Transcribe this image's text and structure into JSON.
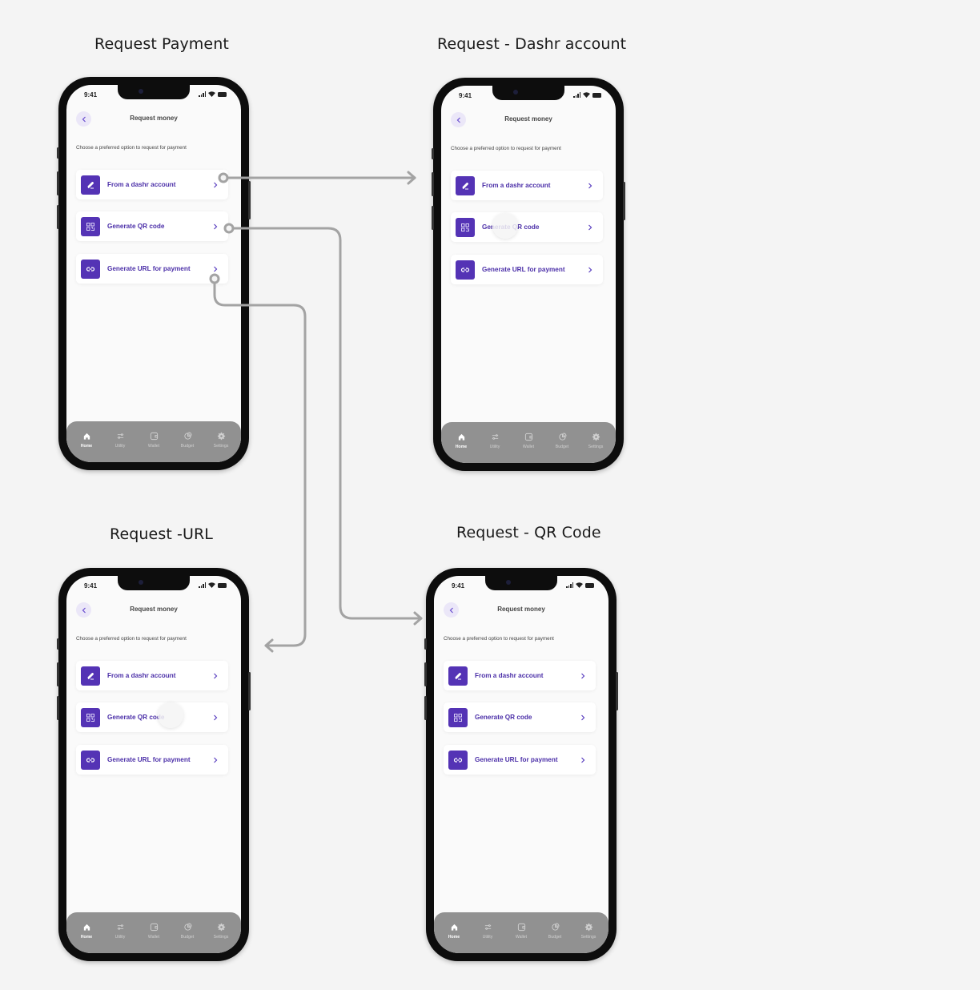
{
  "colors": {
    "background": "#f4f4f4",
    "accent": "#5433b5",
    "accent_text": "#4b2fa8",
    "back_button_bg": "#ebe7f8",
    "tab_bar": "#919191",
    "connector": "#a3a3a3"
  },
  "flows": [
    {
      "title": "Request Payment",
      "status_time": "9:41",
      "page_title": "Request money",
      "subtitle": "Choose a preferred option to request for payment",
      "options": [
        {
          "label": "From a dashr account",
          "icon": "pen-icon"
        },
        {
          "label": "Generate QR code",
          "icon": "qr-code-icon"
        },
        {
          "label": "Generate URL for payment",
          "icon": "link-icon"
        }
      ],
      "tab_bar": [
        {
          "label": "Home",
          "icon": "home-icon",
          "active": true
        },
        {
          "label": "Utility",
          "icon": "utility-icon"
        },
        {
          "label": "Wallet",
          "icon": "wallet-icon"
        },
        {
          "label": "Budget",
          "icon": "budget-icon"
        },
        {
          "label": "Settings",
          "icon": "settings-icon"
        }
      ]
    },
    {
      "title": "Request - Dashr account",
      "status_time": "9:41",
      "page_title": "Request money",
      "subtitle": "Choose a preferred option to request for payment",
      "options": [
        {
          "label": "From a dashr account",
          "icon": "pen-icon"
        },
        {
          "label": "Generate QR code",
          "icon": "qr-code-icon"
        },
        {
          "label": "Generate URL for payment",
          "icon": "link-icon"
        }
      ],
      "tab_bar": [
        {
          "label": "Home",
          "icon": "home-icon",
          "active": true
        },
        {
          "label": "Utility",
          "icon": "utility-icon"
        },
        {
          "label": "Wallet",
          "icon": "wallet-icon"
        },
        {
          "label": "Budget",
          "icon": "budget-icon"
        },
        {
          "label": "Settings",
          "icon": "settings-icon"
        }
      ]
    },
    {
      "title": "Request -URL",
      "status_time": "9:41",
      "page_title": "Request money",
      "subtitle": "Choose a preferred option to request for payment",
      "options": [
        {
          "label": "From a dashr account",
          "icon": "pen-icon"
        },
        {
          "label": "Generate QR code",
          "icon": "qr-code-icon"
        },
        {
          "label": "Generate URL for payment",
          "icon": "link-icon"
        }
      ],
      "tab_bar": [
        {
          "label": "Home",
          "icon": "home-icon",
          "active": true
        },
        {
          "label": "Utility",
          "icon": "utility-icon"
        },
        {
          "label": "Wallet",
          "icon": "wallet-icon"
        },
        {
          "label": "Budget",
          "icon": "budget-icon"
        },
        {
          "label": "Settings",
          "icon": "settings-icon"
        }
      ]
    },
    {
      "title": "Request - QR Code",
      "status_time": "9:41",
      "page_title": "Request money",
      "subtitle": "Choose a preferred option to request for payment",
      "options": [
        {
          "label": "From a dashr account",
          "icon": "pen-icon"
        },
        {
          "label": "Generate QR code",
          "icon": "qr-code-icon"
        },
        {
          "label": "Generate URL for payment",
          "icon": "link-icon"
        }
      ],
      "tab_bar": [
        {
          "label": "Home",
          "icon": "home-icon",
          "active": true
        },
        {
          "label": "Utility",
          "icon": "utility-icon"
        },
        {
          "label": "Wallet",
          "icon": "wallet-icon"
        },
        {
          "label": "Budget",
          "icon": "budget-icon"
        },
        {
          "label": "Settings",
          "icon": "settings-icon"
        }
      ]
    }
  ],
  "connectors": [
    {
      "from": "Request Payment / From a dashr account",
      "to": "Request - Dashr account"
    },
    {
      "from": "Request Payment / Generate QR code",
      "to": "Request - QR Code"
    },
    {
      "from": "Request Payment / Generate URL for payment",
      "to": "Request -URL"
    }
  ]
}
